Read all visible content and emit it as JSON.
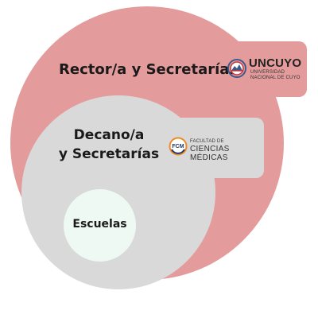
{
  "levels": {
    "rector": "Rector/a y Secretarías",
    "decano_line1": "Decano/a",
    "decano_line2": "y Secretarías",
    "escuelas": "Escuelas"
  },
  "logos": {
    "uncuyo": {
      "name": "UNCUYO",
      "subtitle_line1": "UNIVERSIDAD",
      "subtitle_line2": "NACIONAL DE CUYO",
      "icon": "uncuyo-seal-icon"
    },
    "fcm": {
      "badge": "FCM",
      "line1": "FACULTAD DE",
      "line2": "CIENCIAS MÉDICAS",
      "icon": "fcm-badge-icon"
    }
  },
  "colors": {
    "outer": "#e49b9b",
    "middle": "#d9d9d9",
    "inner": "#eef9f3",
    "text": "#1a1a1a",
    "fcm_orange": "#f08a24",
    "fcm_blue": "#1f3a6e",
    "uncuyo_red": "#c8343a",
    "uncuyo_blue": "#3a5a8c"
  }
}
